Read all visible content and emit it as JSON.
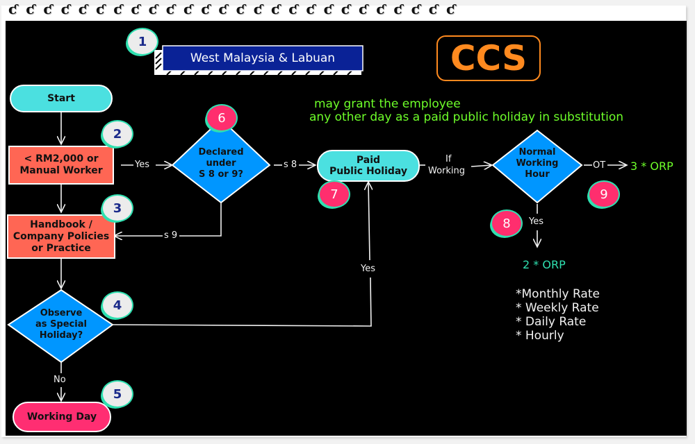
{
  "header": {
    "region_title": "West Malaysia & Labuan",
    "brand": "CCS"
  },
  "note": {
    "line1": "may grant the employee",
    "line2": "any other day as a paid public holiday in substitution"
  },
  "nodes": {
    "start": "Start",
    "threshold": [
      "< RM2,000 or",
      "Manual Worker"
    ],
    "handbook": [
      "Handbook /",
      "Company Policies",
      "or Practice"
    ],
    "observe": [
      "Observe",
      "as Special",
      "Holiday?"
    ],
    "working_day": "Working Day",
    "declared": [
      "Declared",
      "under",
      "S 8 or 9?"
    ],
    "paid_holiday": [
      "Paid",
      "Public Holiday"
    ],
    "normal_hour": [
      "Normal",
      "Working",
      "Hour"
    ]
  },
  "edges": {
    "yes1": "Yes",
    "s8": "s 8",
    "s9": "s 9",
    "yes_observe": "Yes",
    "no": "No",
    "if_working": [
      "If",
      "Working"
    ],
    "ot": "OT",
    "yes_normal": "Yes"
  },
  "outcomes": {
    "ot_rate": "3 * ORP",
    "normal_rate": "2 * ORP"
  },
  "orp_list": [
    "*Monthly Rate",
    "* Weekly Rate",
    "* Daily Rate",
    "* Hourly"
  ],
  "badges": [
    "1",
    "2",
    "3",
    "4",
    "5",
    "6",
    "7",
    "8",
    "9"
  ],
  "colors": {
    "cyan": "#4be0e0",
    "red": "#ff6654",
    "pink": "#ff2e72",
    "blue": "#0096ff",
    "navy": "#0a2296",
    "orange": "#ff8a1f",
    "green": "#6eff2a",
    "teal": "#2fe0b0"
  }
}
